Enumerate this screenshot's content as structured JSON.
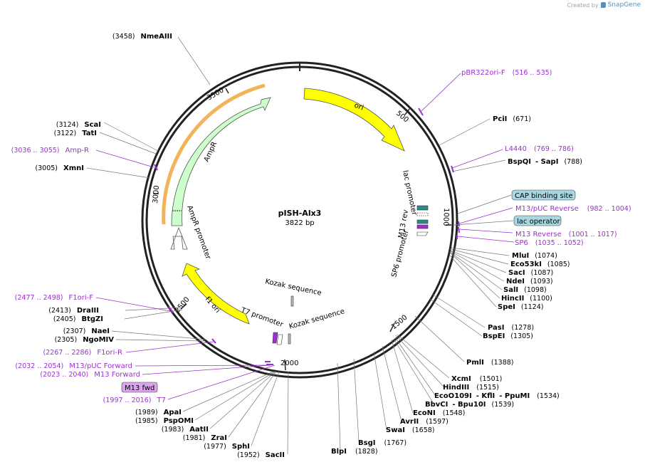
{
  "credit": {
    "prefix": "Created by",
    "brand": "SnapGene"
  },
  "plasmid": {
    "name": "pISH-Alx3",
    "length": "3822 bp"
  },
  "ticks": [
    "500",
    "1000",
    "1500",
    "2000",
    "2500",
    "3000",
    "3500"
  ],
  "features": {
    "ori": "ori",
    "ampr": "AmpR",
    "ampr_promoter": "AmpR promoter",
    "f1_ori": "f1 ori",
    "lac_promoter": "lac promoter",
    "m13_rev": "M13 rev",
    "sp6_promoter": "SP6 promoter",
    "t7_promoter": "T7 promoter",
    "kozak1": "Kozak sequence",
    "kozak2": "Kozak sequence"
  },
  "sites_right": [
    {
      "name": "PciI",
      "pos": "(671)"
    },
    {
      "name": "BspQI",
      "pos": "",
      "extra": "- SapI",
      "pos2": "(788)"
    },
    {
      "name": "MluI",
      "pos": "(1074)"
    },
    {
      "name": "Eco53kI",
      "pos": "(1085)"
    },
    {
      "name": "SacI",
      "pos": "(1087)"
    },
    {
      "name": "NdeI",
      "pos": "(1093)"
    },
    {
      "name": "SalI",
      "pos": "(1098)"
    },
    {
      "name": "HincII",
      "pos": "(1100)"
    },
    {
      "name": "SpeI",
      "pos": "(1124)"
    },
    {
      "name": "PasI",
      "pos": "(1278)"
    },
    {
      "name": "BspEI",
      "pos": "(1305)"
    },
    {
      "name": "PmlI",
      "pos": "(1388)"
    },
    {
      "name": "XcmI",
      "pos": "(1501)"
    },
    {
      "name": "HindIII",
      "pos": "(1515)"
    },
    {
      "name": "EcoO109I",
      "extra": "- KflI",
      "extra2": "- PpuMI",
      "pos": "(1534)"
    },
    {
      "name": "BbvCI",
      "extra": "- Bpu10I",
      "pos": "(1539)"
    },
    {
      "name": "EcoNI",
      "pos": "(1548)"
    },
    {
      "name": "AvrII",
      "pos": "(1597)"
    },
    {
      "name": "SwaI",
      "pos": "(1658)"
    },
    {
      "name": "BsgI",
      "pos": "(1767)"
    },
    {
      "name": "BlpI",
      "pos": "(1828)"
    }
  ],
  "sites_left": [
    {
      "name": "NmeAIII",
      "pos": "(3458)"
    },
    {
      "name": "ScaI",
      "pos": "(3124)"
    },
    {
      "name": "TatI",
      "pos": "(3122)"
    },
    {
      "name": "XmnI",
      "pos": "(3005)"
    },
    {
      "name": "DraIII",
      "pos": "(2413)"
    },
    {
      "name": "BtgZI",
      "pos": "(2405)"
    },
    {
      "name": "NaeI",
      "pos": "(2307)"
    },
    {
      "name": "NgoMIV",
      "pos": "(2305)"
    },
    {
      "name": "ApaI",
      "pos": "(1989)"
    },
    {
      "name": "PspOMI",
      "pos": "(1985)"
    },
    {
      "name": "AatII",
      "pos": "(1983)"
    },
    {
      "name": "ZraI",
      "pos": "(1981)"
    },
    {
      "name": "SphI",
      "pos": "(1977)"
    },
    {
      "name": "SacII",
      "pos": "(1952)"
    }
  ],
  "primers": [
    {
      "name": "pBR322ori-F",
      "range": "(516 .. 535)"
    },
    {
      "name": "L4440",
      "range": "(769 .. 786)"
    },
    {
      "name": "M13/pUC Reverse",
      "range": "(982 .. 1004)"
    },
    {
      "name": "M13 Reverse",
      "range": "(1001 .. 1017)"
    },
    {
      "name": "SP6",
      "range": "(1035 .. 1052)"
    },
    {
      "name": "Amp-R",
      "range": "(3036 .. 3055)"
    },
    {
      "name": "F1ori-F",
      "range": "(2477 .. 2498)"
    },
    {
      "name": "F1ori-R",
      "range": "(2267 .. 2286)"
    },
    {
      "name": "M13/pUC Forward",
      "range": "(2032 .. 2054)"
    },
    {
      "name": "M13 Forward",
      "range": "(2023 .. 2040)"
    },
    {
      "name": "T7",
      "range": "(1997 .. 2016)"
    }
  ],
  "boxed": {
    "cap": "CAP binding site",
    "lacop": "lac operator",
    "m13fwd": "M13 fwd"
  },
  "colors": {
    "ori": "#ffff00",
    "ampr": "#ccffcc",
    "ampr_orange": "#f2b35a",
    "primer": "#9b30d0",
    "cap_box": "#a9d7e1",
    "m13fwd_box": "#d9a6ee"
  }
}
